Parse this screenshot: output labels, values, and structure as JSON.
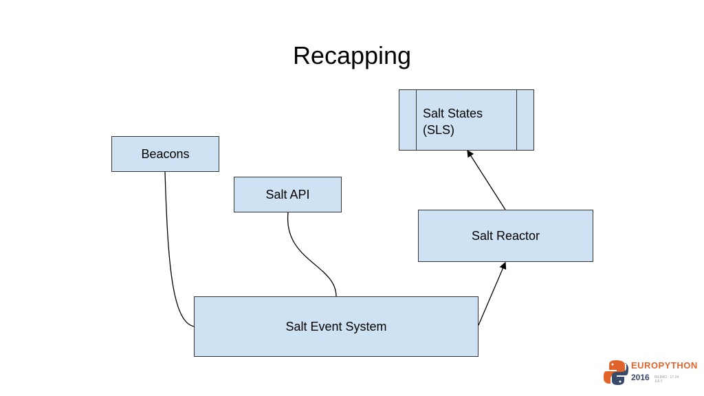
{
  "title": "Recapping",
  "nodes": {
    "beacons": "Beacons",
    "salt_api": "Salt API",
    "salt_states_line1": "Salt States",
    "salt_states_line2": "(SLS)",
    "salt_reactor": "Salt Reactor",
    "salt_event_system": "Salt Event System"
  },
  "logo": {
    "name": "EUROPYTHON",
    "year": "2016",
    "tagline": "BILBAO · 17-24 JULY"
  },
  "colors": {
    "box_fill": "#cfe2f3",
    "box_border": "#333333",
    "logo_orange": "#e0642a",
    "logo_blue": "#3a4a6a"
  }
}
